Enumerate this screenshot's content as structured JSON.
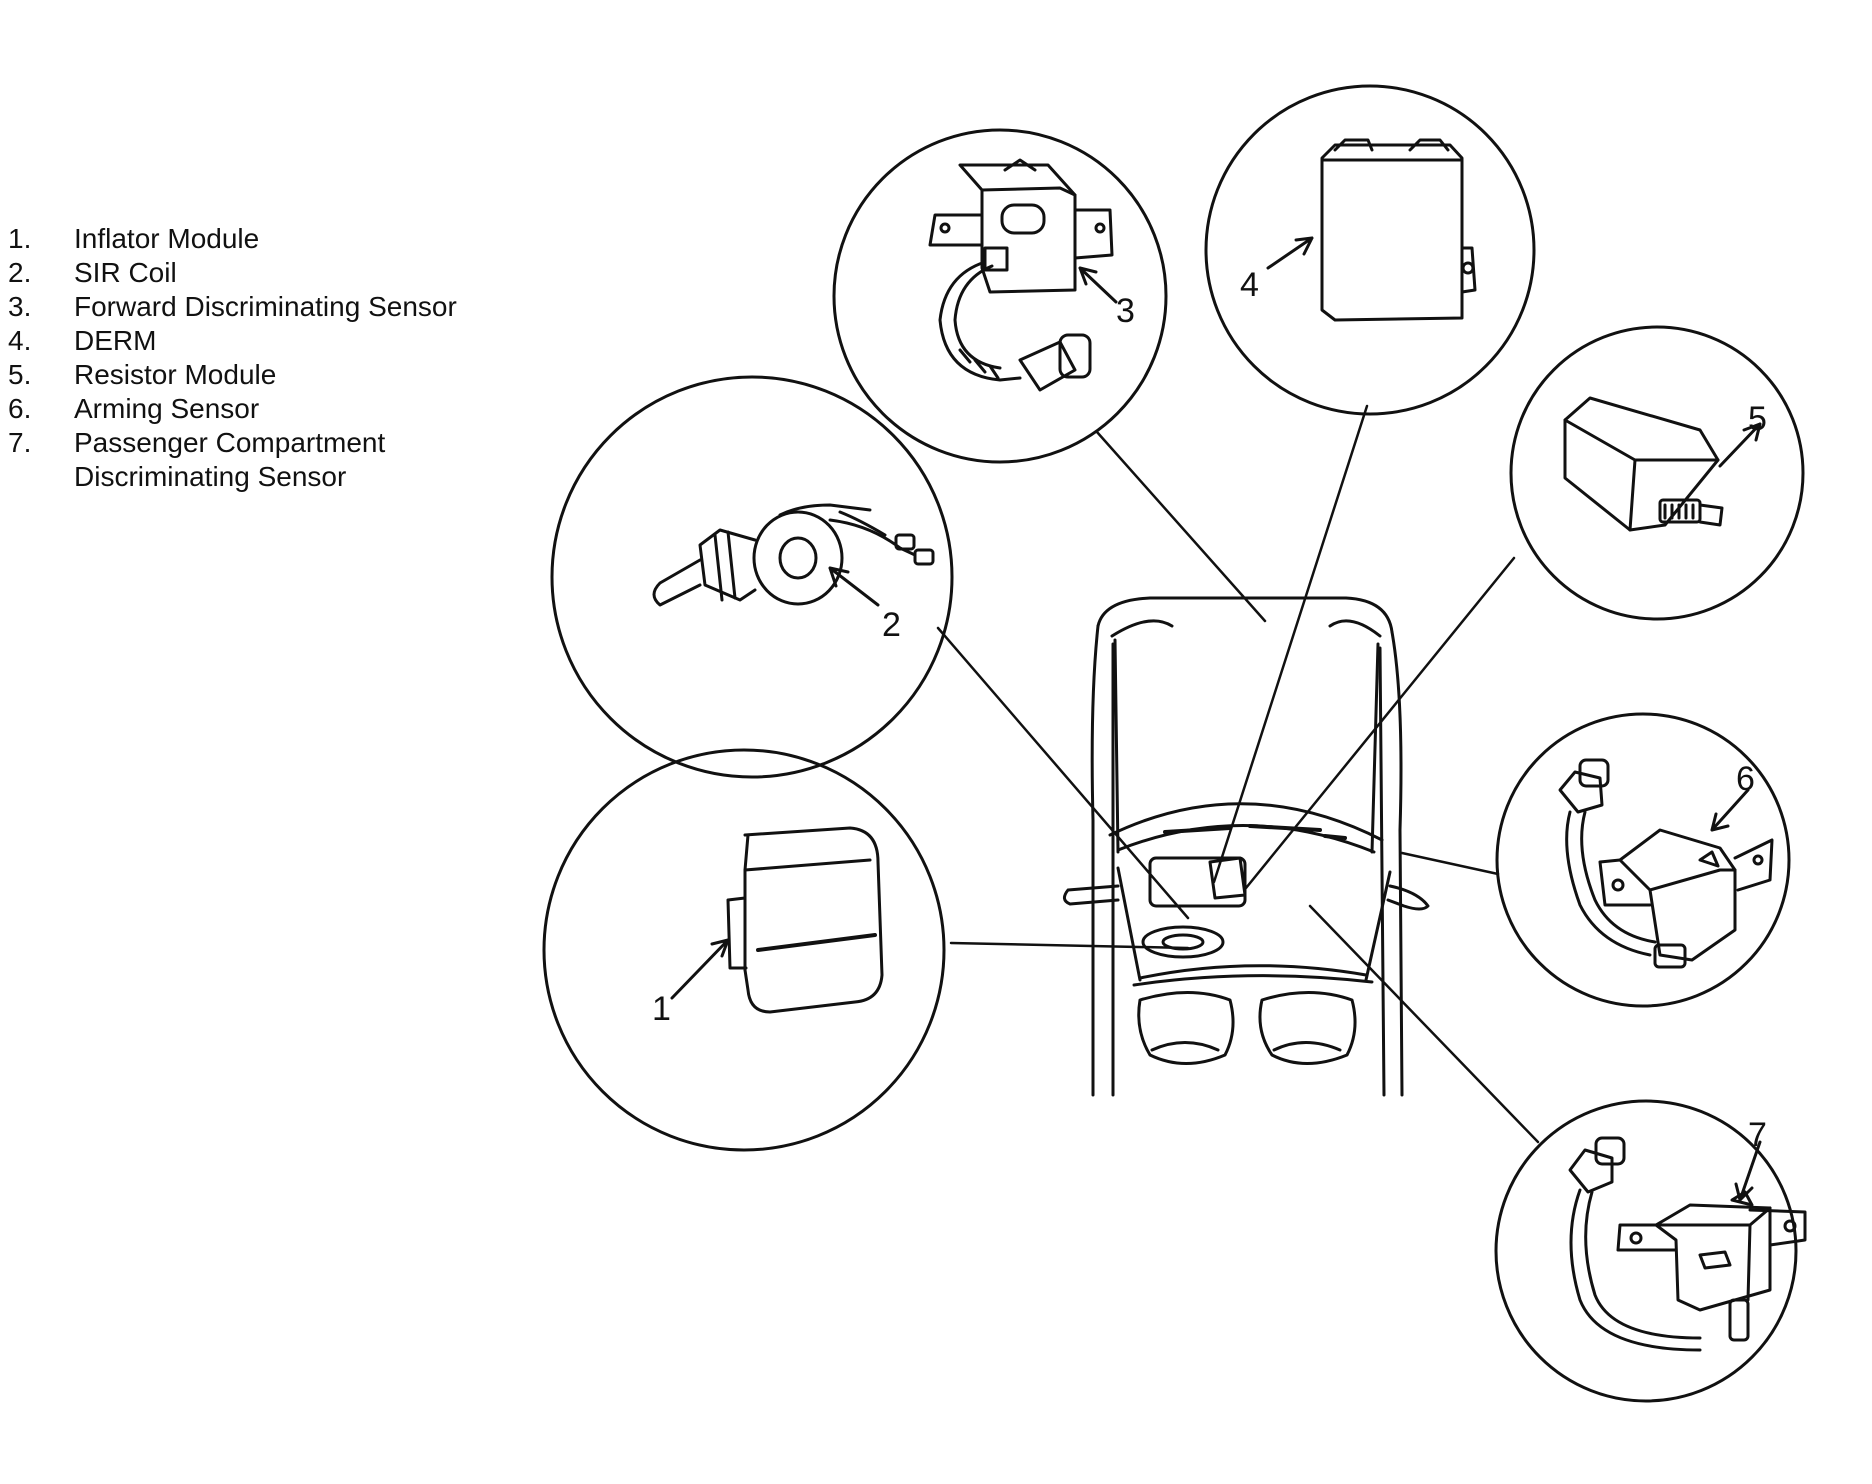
{
  "legend": [
    {
      "number": "1.",
      "label": "Inflator Module"
    },
    {
      "number": "2.",
      "label": "SIR Coil"
    },
    {
      "number": "3.",
      "label": "Forward Discriminating Sensor"
    },
    {
      "number": "4.",
      "label": "DERM"
    },
    {
      "number": "5.",
      "label": "Resistor Module"
    },
    {
      "number": "6.",
      "label": "Arming Sensor"
    },
    {
      "number": "7.",
      "label": "Passenger Compartment Discriminating Sensor"
    }
  ],
  "callouts": {
    "c1": "1",
    "c2": "2",
    "c3": "3",
    "c4": "4",
    "c5": "5",
    "c6": "6",
    "c7": "7"
  },
  "colors": {
    "ink": "#111111",
    "paper": "#ffffff"
  }
}
